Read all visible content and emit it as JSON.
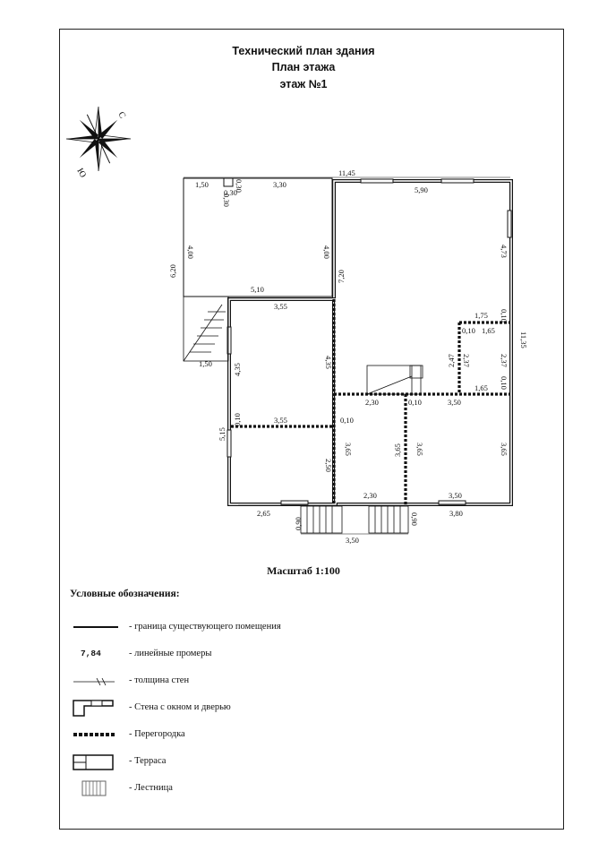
{
  "header": {
    "title_line1": "Технический план здания",
    "title_line2": "План этажа",
    "title_line3": "этаж №1"
  },
  "compass": {
    "north": "С",
    "south": "Ю"
  },
  "dimensions": {
    "top_total": "11,45",
    "top_1_50": "1,50",
    "top_0_30_a": "0,30",
    "top_0_30_b": "0,30",
    "top_0_30_c": "0,30",
    "top_3_30": "3,30",
    "top_5_90": "5,90",
    "veranda_4_00_left": "4,00",
    "veranda_4_00_right": "4,00",
    "veranda_6_20": "6,20",
    "veranda_5_10": "5,10",
    "veranda_7_20": "7,20",
    "right_4_73": "4,73",
    "right_total": "11,35",
    "right_1_75": "1,75",
    "right_0_10_a": "0,10",
    "right_0_10_b": "0,10",
    "right_1_65_a": "1,65",
    "right_2_47": "2,47",
    "right_2_37_a": "2,37",
    "right_2_37_b": "2,37",
    "right_1_65_b": "1,65",
    "right_0_10_c": "0,10",
    "mid_3_55_a": "3,55",
    "mid_4_35_a": "4,35",
    "mid_4_35_b": "4,35",
    "stair_1_50": "1,50",
    "mid_2_30_a": "2,30",
    "mid_0_10_a": "0,10",
    "mid_3_50_a": "3,50",
    "mid_0_10_b": "0,10",
    "mid_3_55_b": "3,55",
    "left_0_10": "0,10",
    "left_5_15": "5,15",
    "low_3_65_a": "3,65",
    "low_3_65_b": "3,65",
    "low_3_65_c": "3,65",
    "low_3_65_d": "3,65",
    "low_2_50": "2,50",
    "bottom_2_30": "2,30",
    "bottom_3_50": "3,50",
    "bottom_2_65": "2,65",
    "bottom_0_90_a": "0,90",
    "bottom_0_90_b": "0,90",
    "bottom_3_80": "3,80",
    "bottom_3_50_total": "3,50"
  },
  "scale": "Масштаб 1:100",
  "legend": {
    "title": "Условные обозначения:",
    "sample_number": "7,84",
    "items": [
      {
        "label": "- граница существующего помещения"
      },
      {
        "label": "- линейные промеры"
      },
      {
        "label": "- толщина стен"
      },
      {
        "label": "- Стена с окном и дверью"
      },
      {
        "label": "- Перегородка"
      },
      {
        "label": "- Терраса"
      },
      {
        "label": "- Лестница"
      }
    ]
  }
}
